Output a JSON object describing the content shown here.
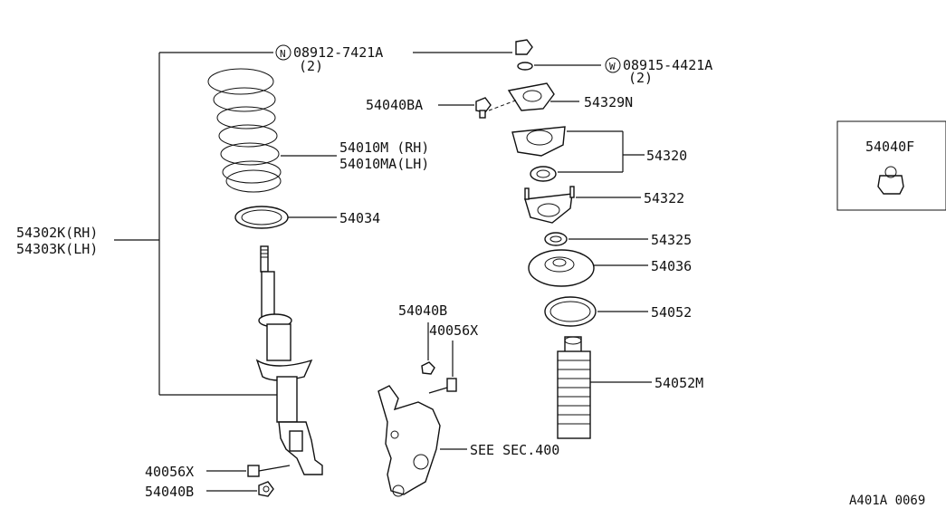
{
  "labels": {
    "l_08912": "08912-7421A",
    "l_08912_qty": "(2)",
    "l_08915": "08915-4421A",
    "l_08915_qty": "(2)",
    "sym_n": "N",
    "sym_w": "W",
    "l_54040ba": "54040BA",
    "l_54329n": "54329N",
    "l_54320": "54320",
    "l_54322": "54322",
    "l_54325": "54325",
    "l_54036": "54036",
    "l_54052": "54052",
    "l_54052m": "54052M",
    "l_54010m": "54010M (RH)",
    "l_54010ma": "54010MA(LH)",
    "l_54034": "54034",
    "l_54302k": "54302K(RH)",
    "l_54303k": "54303K(LH)",
    "l_54040b_top": "54040B",
    "l_40056x_top": "40056X",
    "l_see_sec": "SEE SEC.400",
    "l_40056x_bot": "40056X",
    "l_54040b_bot": "54040B",
    "l_54040f": "54040F",
    "l_ref": "A401A 0069"
  }
}
